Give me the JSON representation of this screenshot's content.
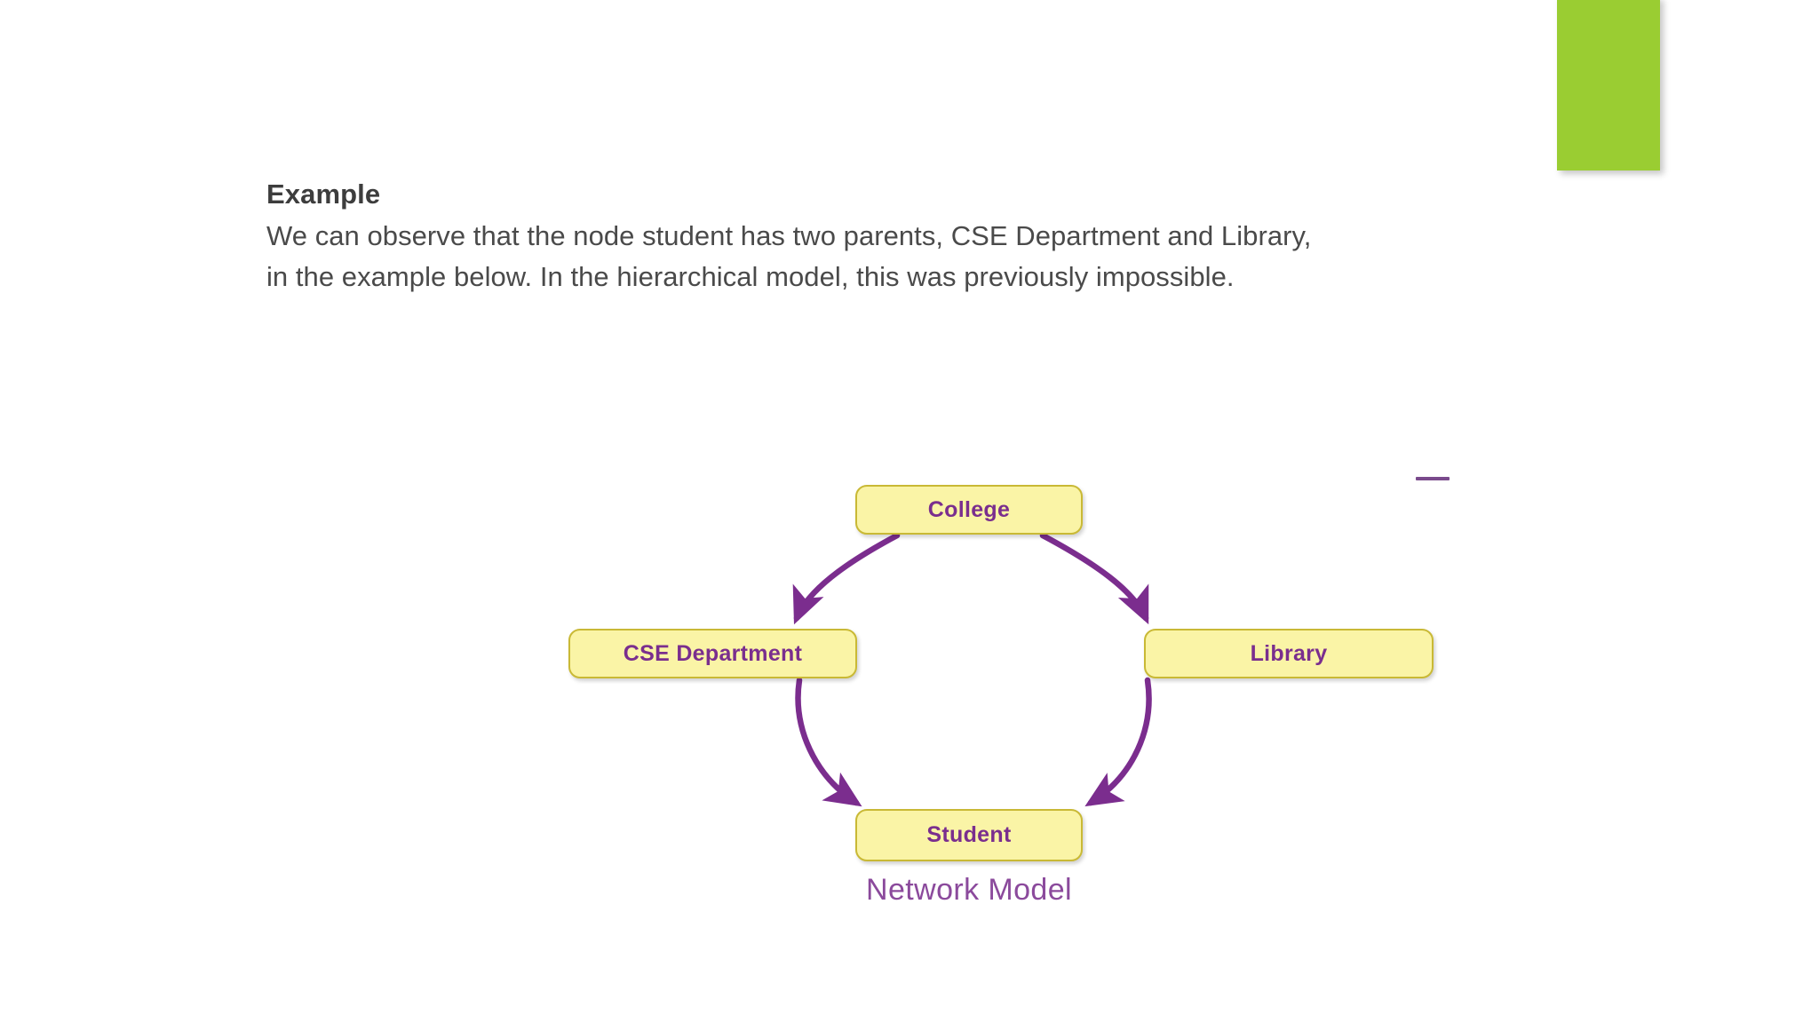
{
  "slide": {
    "background_color": "#ffffff",
    "accent_block_color": "#9ACD32"
  },
  "content": {
    "heading": "Example",
    "paragraph_lines": [
      "We can observe that the node student has two parents, CSE Department and Library,",
      "in the example below. In the hierarchical model, this was previously impossible."
    ]
  },
  "diagram": {
    "caption": "Network Model",
    "node_fill_color": "#FAF4A6",
    "node_border_color": "#C9B935",
    "node_text_color": "#7A2E8E",
    "arrow_color": "#7B2D8E",
    "caption_color": "#8B4A9C",
    "nodes": [
      {
        "id": "college",
        "label": "College"
      },
      {
        "id": "cse-department",
        "label": "CSE Department"
      },
      {
        "id": "library",
        "label": "Library"
      },
      {
        "id": "student",
        "label": "Student"
      }
    ],
    "edges": [
      {
        "from": "College",
        "to": "CSE Department"
      },
      {
        "from": "College",
        "to": "Library"
      },
      {
        "from": "CSE Department",
        "to": "Student"
      },
      {
        "from": "Library",
        "to": "Student"
      }
    ]
  }
}
